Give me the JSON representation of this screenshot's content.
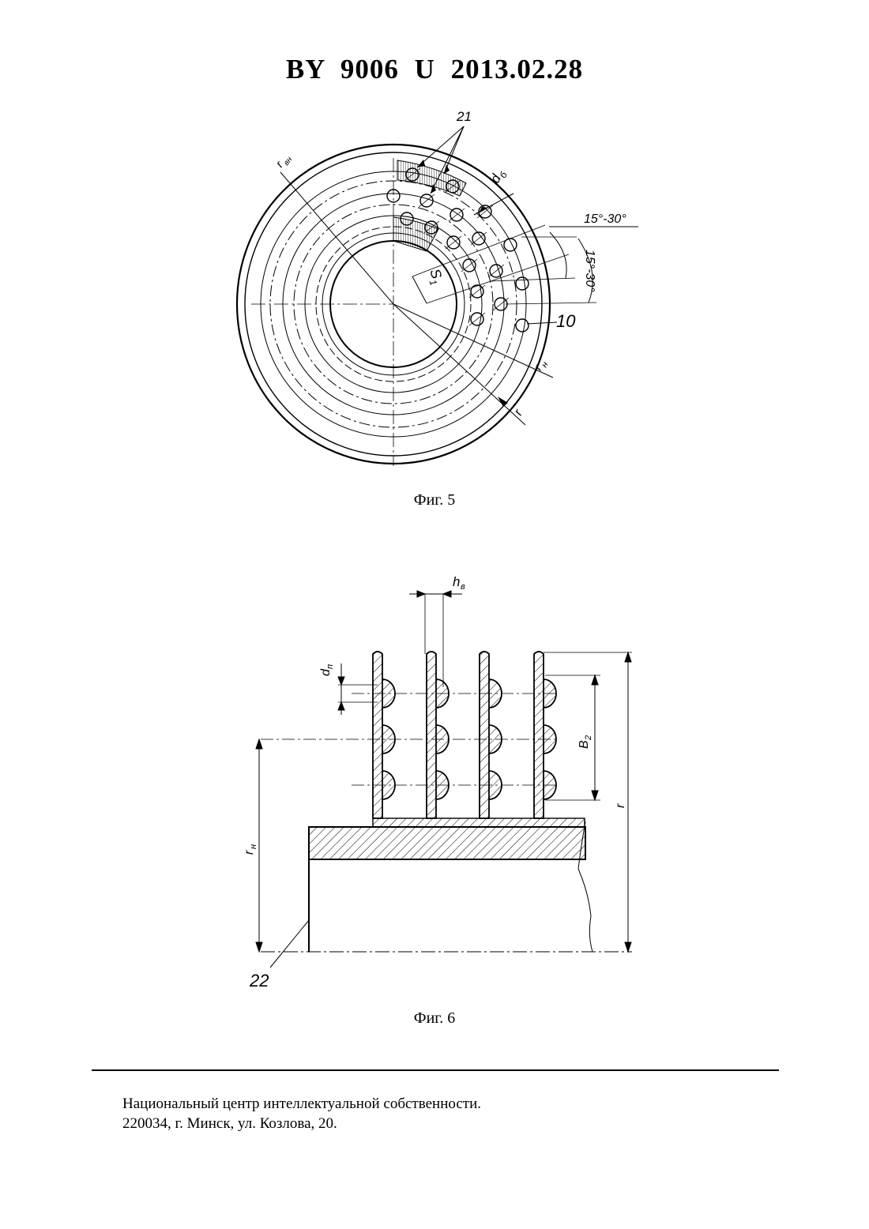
{
  "header": {
    "doc_id": "BY  9006  U  2013.02.28"
  },
  "figure5": {
    "caption": "Фиг. 5",
    "labels": {
      "ref21": "21",
      "db": "d",
      "db_sub": "б",
      "angle1": "15°-30°",
      "angle2": "15°-30°",
      "s1": "S",
      "s1_sub": "1",
      "ref10": "10",
      "rn": "r",
      "rn_sub": "н",
      "r": "r",
      "rvn": "r",
      "rvn_sub": "вн"
    }
  },
  "figure6": {
    "caption": "Фиг. 6",
    "labels": {
      "hv": "h",
      "hv_sub": "в",
      "dp": "d",
      "dp_sub": "п",
      "b2": "B",
      "b2_sub": "2",
      "r": "r",
      "rn": "r",
      "rn_sub": "н",
      "ref22": "22"
    }
  },
  "footer": {
    "line1": "Национальный центр интеллектуальной собственности.",
    "line2": "220034, г. Минск, ул. Козлова, 20."
  }
}
